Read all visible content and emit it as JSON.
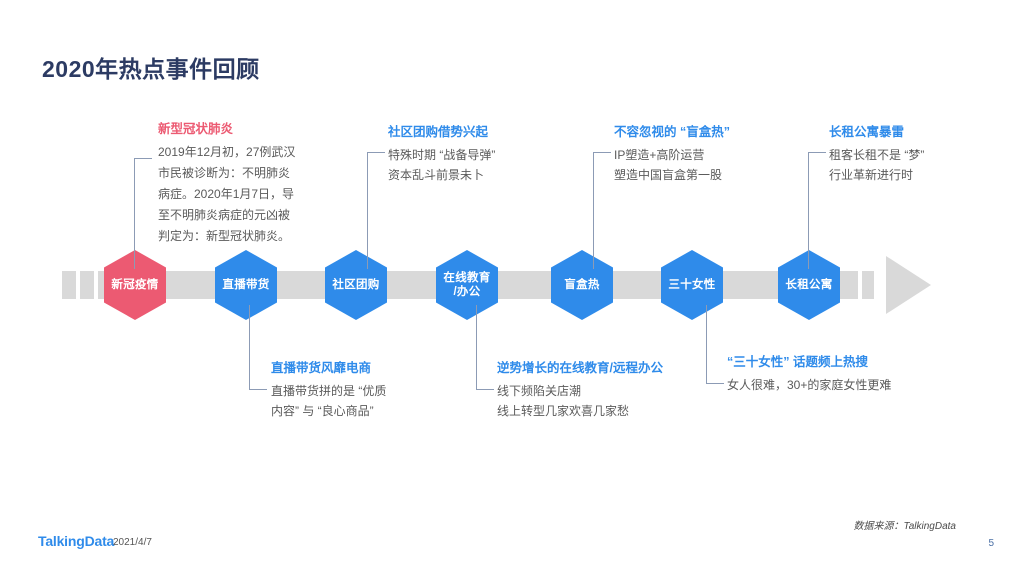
{
  "slide": {
    "title": "2020年热点事件回顾",
    "accent_blue": "#2F8BEA",
    "accent_pink": "#EC5A72",
    "title_color": "#2C3B63",
    "bar_color": "#D9D9D9"
  },
  "timeline": {
    "nodes": [
      {
        "label": "新冠疫情",
        "color": "pink"
      },
      {
        "label": "直播带货",
        "color": "blue"
      },
      {
        "label": "社区团购",
        "color": "blue"
      },
      {
        "label_line1": "在线教育",
        "label_line2": "/办公",
        "color": "blue"
      },
      {
        "label": "盲盒热",
        "color": "blue"
      },
      {
        "label": "三十女性",
        "color": "blue"
      },
      {
        "label": "长租公寓",
        "color": "blue"
      }
    ]
  },
  "callouts_top": [
    {
      "title": "新型冠状肺炎",
      "title_color": "pink",
      "lines": [
        "2019年12月初，27例武汉",
        "市民被诊断为：不明肺炎",
        "病症。2020年1月7日，导",
        "至不明肺炎病症的元凶被",
        "判定为：新型冠状肺炎。"
      ]
    },
    {
      "title": "社区团购借势兴起",
      "title_color": "blue",
      "lines": [
        "特殊时期 “战备导弹”",
        "资本乱斗前景未卜"
      ]
    },
    {
      "title": "不容忽视的 “盲盒热”",
      "title_color": "blue",
      "lines": [
        "IP塑造+高阶运营",
        "塑造中国盲盒第一股"
      ]
    },
    {
      "title": "长租公寓暴雷",
      "title_color": "blue",
      "lines": [
        "租客长租不是 “梦”",
        "行业革新进行时"
      ]
    }
  ],
  "callouts_bottom": [
    {
      "title": "直播带货风靡电商",
      "title_color": "blue",
      "lines": [
        "直播带货拼的是 “优质",
        "内容” 与 “良心商品”"
      ]
    },
    {
      "title": "逆势增长的在线教育/远程办公",
      "title_color": "blue",
      "lines": [
        "线下频陷关店潮",
        "线上转型几家欢喜几家愁"
      ]
    },
    {
      "title": "“三十女性” 话题频上热搜",
      "title_color": "blue",
      "lines": [
        "女人很难，30+的家庭女性更难"
      ]
    }
  ],
  "footer": {
    "logo": "TalkingData",
    "date": "2021/4/7",
    "source": "数据来源：TalkingData",
    "page_number": "5"
  }
}
